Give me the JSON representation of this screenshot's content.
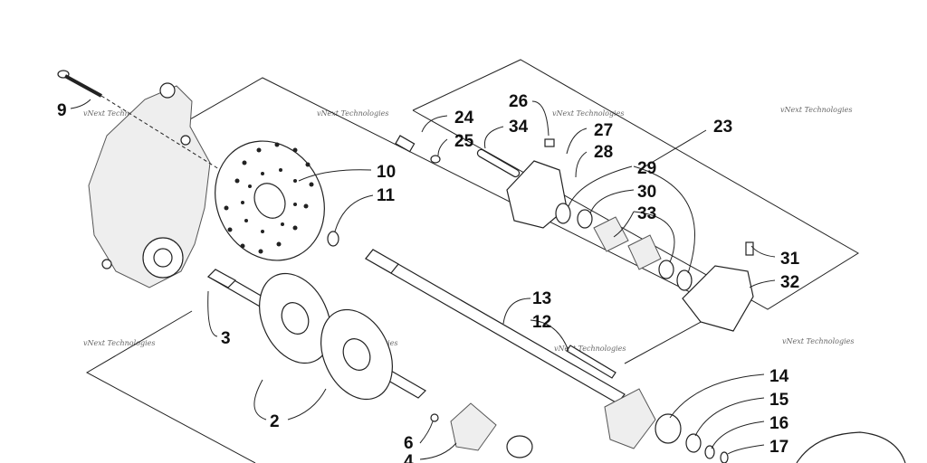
{
  "watermark": "vNext Technologies",
  "callouts": [
    {
      "id": "9",
      "label": "9"
    },
    {
      "id": "24",
      "label": "24"
    },
    {
      "id": "25",
      "label": "25"
    },
    {
      "id": "26",
      "label": "26"
    },
    {
      "id": "34",
      "label": "34"
    },
    {
      "id": "27",
      "label": "27"
    },
    {
      "id": "28",
      "label": "28"
    },
    {
      "id": "23",
      "label": "23"
    },
    {
      "id": "10",
      "label": "10"
    },
    {
      "id": "11",
      "label": "11"
    },
    {
      "id": "29",
      "label": "29"
    },
    {
      "id": "30",
      "label": "30"
    },
    {
      "id": "33",
      "label": "33"
    },
    {
      "id": "31",
      "label": "31"
    },
    {
      "id": "32",
      "label": "32"
    },
    {
      "id": "3",
      "label": "3"
    },
    {
      "id": "13",
      "label": "13"
    },
    {
      "id": "12",
      "label": "12"
    },
    {
      "id": "2",
      "label": "2"
    },
    {
      "id": "14",
      "label": "14"
    },
    {
      "id": "15",
      "label": "15"
    },
    {
      "id": "16",
      "label": "16"
    },
    {
      "id": "6",
      "label": "6"
    },
    {
      "id": "4",
      "label": "4"
    },
    {
      "id": "17",
      "label": "17"
    }
  ]
}
